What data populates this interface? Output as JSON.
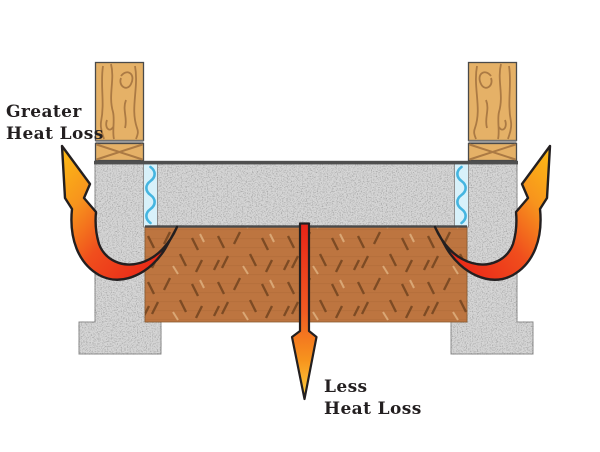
{
  "labels": {
    "greater_heat_loss": {
      "line1": "Greater",
      "line2": "Heat Loss"
    },
    "less_heat_loss": {
      "line1": "Less",
      "line2": "Heat Loss"
    }
  },
  "components": {
    "left_stud": "wood stud",
    "right_stud": "wood stud",
    "sill_blocking": "cross-braced sill block",
    "sill_sealer": "sill sealer strip",
    "concrete": "concrete slab, stem walls and footings",
    "soil": "soil / ground fill",
    "arrow_left": "curved heat-loss arrow at left slab edge",
    "arrow_right": "curved heat-loss arrow at right slab edge",
    "arrow_down": "straight downward heat-loss arrow"
  },
  "colors": {
    "wood": "#e5b167",
    "wood_grain": "#ab7a44",
    "wood_outline": "#4a4a4a",
    "divider_gray": "#9b9b9b",
    "concrete": "#d6d6d6",
    "concrete_edge": "#8f8f8f",
    "edge_dark": "#4f4f4f",
    "soil": "#bd7540",
    "soil_dash": "#7d4b24",
    "soil_dash_light": "#d9a775",
    "sill_seal": "#d8f1fa",
    "sill_seal_wave": "#45b5e0",
    "arrow_red": "#e92317",
    "arrow_orange": "#f7941d",
    "arrow_yellow": "#fcb715",
    "arrow_outline": "#231f20",
    "text": "#231f20"
  }
}
